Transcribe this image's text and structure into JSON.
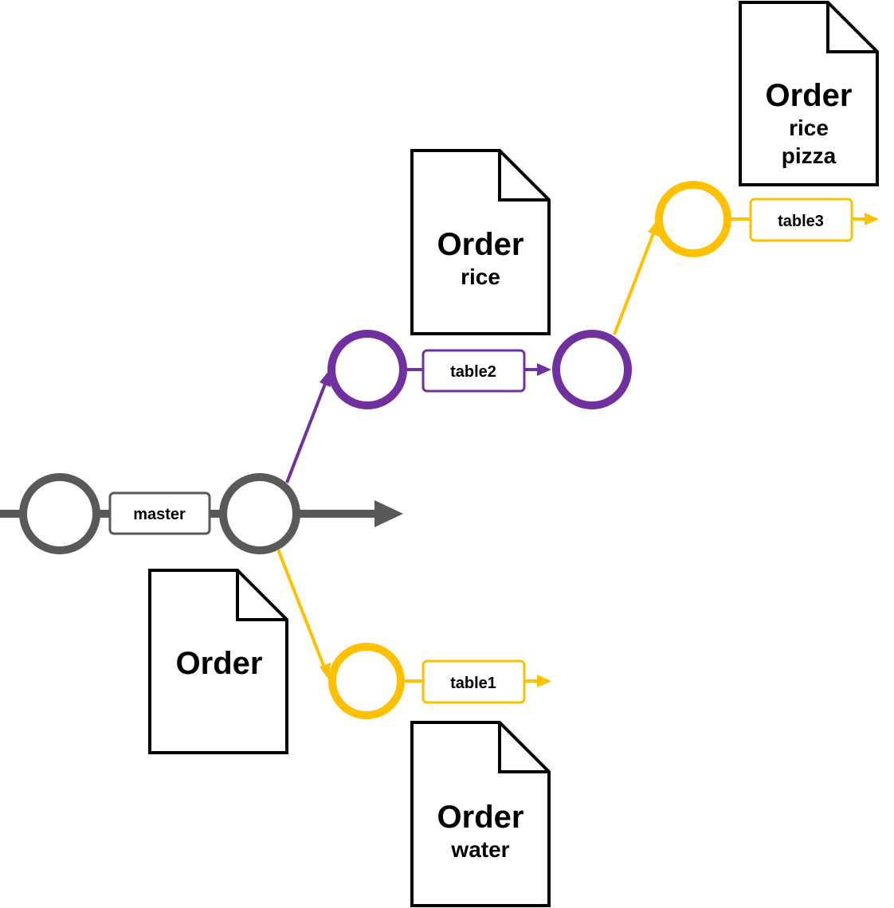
{
  "colors": {
    "master": "#595959",
    "table2": "#7030A0",
    "yellow": "#FFC000",
    "doc_stroke": "#000000"
  },
  "branches": {
    "master": "master",
    "table1": "table1",
    "table2": "table2",
    "table3": "table3"
  },
  "documents": {
    "doc_master": {
      "title": "Order",
      "lines": []
    },
    "doc_table1": {
      "title": "Order",
      "lines": [
        "water"
      ]
    },
    "doc_table2": {
      "title": "Order",
      "lines": [
        "rice"
      ]
    },
    "doc_table3": {
      "title": "Order",
      "lines": [
        "rice",
        "pizza"
      ]
    }
  }
}
